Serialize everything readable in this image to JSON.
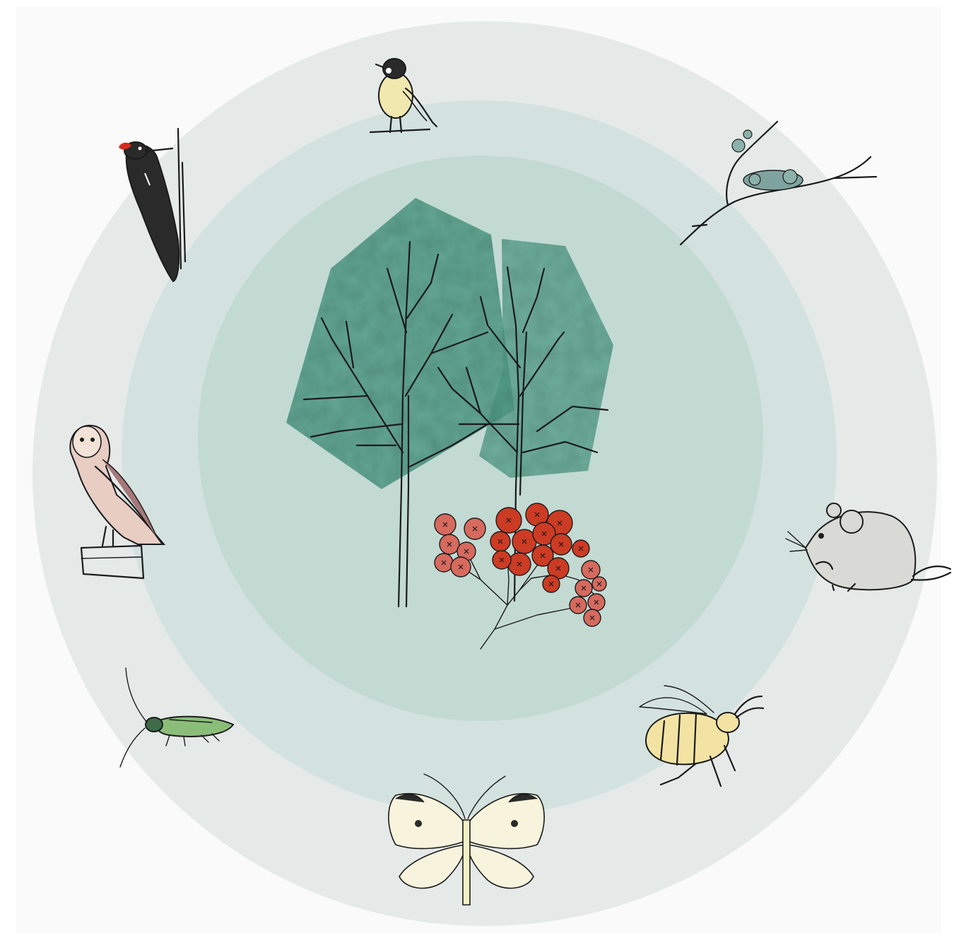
{
  "diagram": {
    "rings": [
      {
        "level": "outer",
        "color": "#e5eae9"
      },
      {
        "level": "middle",
        "color": "#d3e2de"
      },
      {
        "level": "inner",
        "color": "#c3dad3"
      }
    ],
    "center": {
      "elements": [
        "tree-left",
        "tree-right",
        "rowan-berries"
      ],
      "canopy_color": "#4f9c86",
      "berry_color": "#cc3b24",
      "berry_light_color": "#d66a5e"
    },
    "creatures": [
      {
        "name": "great-tit",
        "icon": "bird-icon"
      },
      {
        "name": "lichen-branch",
        "icon": "lichen-icon"
      },
      {
        "name": "mouse",
        "icon": "mouse-icon"
      },
      {
        "name": "bumblebee",
        "icon": "bee-icon"
      },
      {
        "name": "butterfly",
        "icon": "butterfly-icon"
      },
      {
        "name": "longhorn-beetle",
        "icon": "beetle-icon"
      },
      {
        "name": "barn-owl",
        "icon": "owl-icon"
      },
      {
        "name": "woodpecker",
        "icon": "woodpecker-icon"
      }
    ]
  }
}
